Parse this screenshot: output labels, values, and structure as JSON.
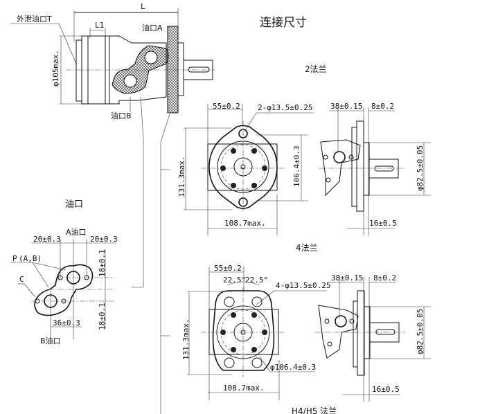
{
  "title": "连接尺寸",
  "motor_side_view": {
    "length_label": "L",
    "l1_label": "L1",
    "drain_port": "外泄油口T",
    "port_a": "油口A",
    "port_b": "油口B",
    "diameter": "φ105max."
  },
  "flange_2": {
    "title": "2法兰",
    "dim_55": "55±0.2",
    "holes": "2-φ13.5±0.25",
    "height": "131.3max.",
    "pcd": "106.4±0.3",
    "width": "108.7max.",
    "dim_38": "38±0.15",
    "dim_8": "8±0.2",
    "pilot": "φ82.5±0.05",
    "dim_16": "16±0.5"
  },
  "flange_4": {
    "title": "4法兰",
    "dim_55": "55±0.2",
    "angle_left": "22.5°",
    "angle_right": "22.5°",
    "holes": "4-φ13.5±0.25",
    "height": "131.3max.",
    "pcd": "φ106.4±0.3",
    "width": "108.7max.",
    "dim_38": "38±0.15",
    "dim_8": "8±0.2",
    "pilot": "φ82.5±0.05",
    "dim_16": "16±0.5",
    "footer": "H4/H5 法兰"
  },
  "oil_port": {
    "title": "油口",
    "port_a": "A油口",
    "port_b": "B油口",
    "dim_20_left": "20±0.3",
    "dim_20_right": "20±0.3",
    "p_label": "P",
    "p_sub": "(A,B)",
    "c_label": "C",
    "dim_18_top": "18±0.1",
    "dim_18_bottom": "18±0.1",
    "dim_36": "36±0.3"
  }
}
